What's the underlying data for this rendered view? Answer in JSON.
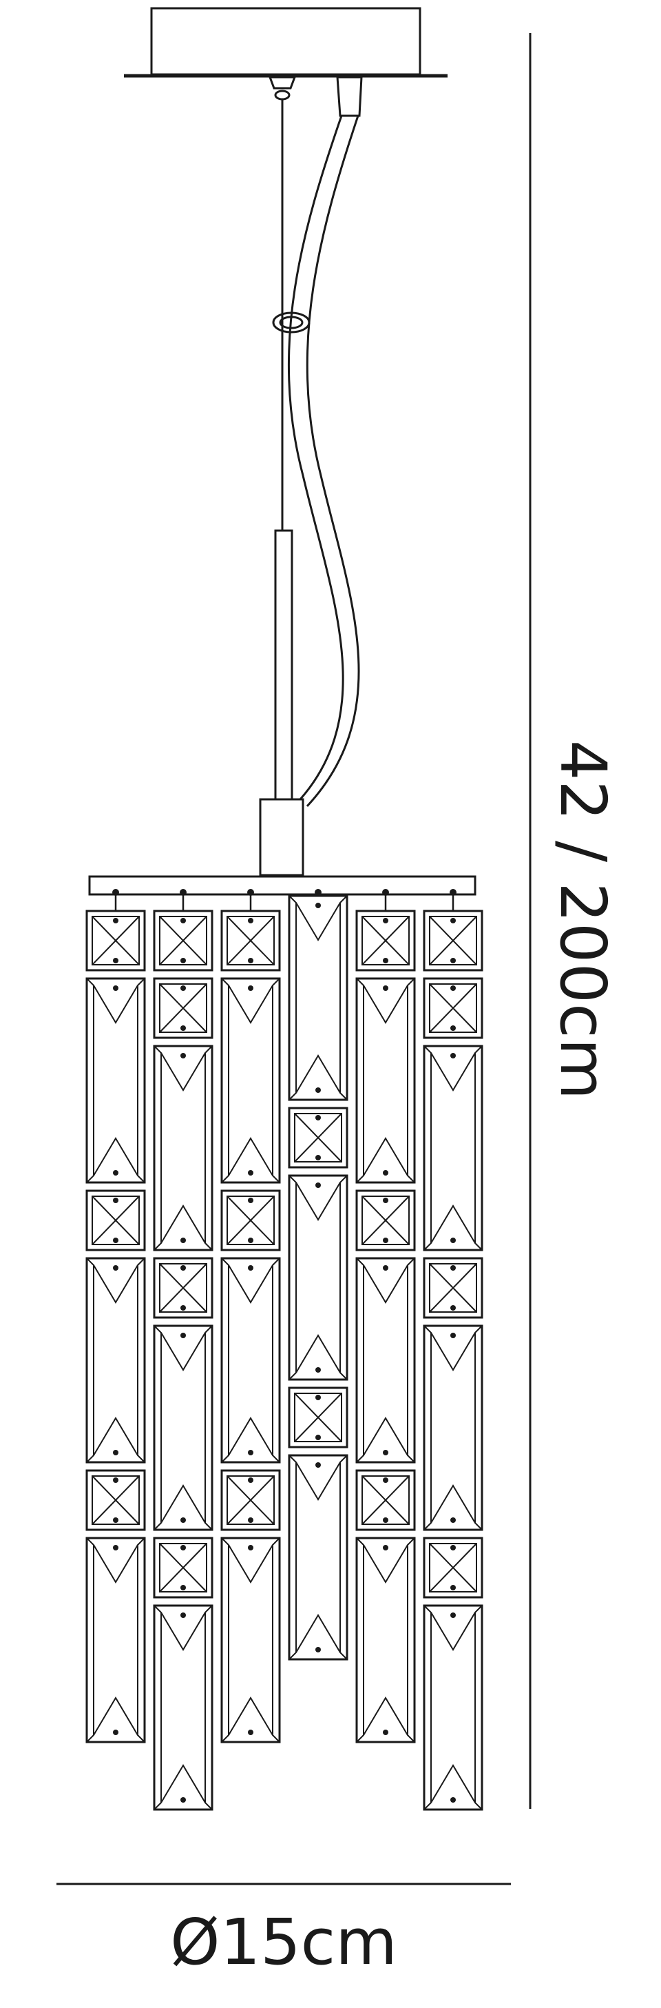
{
  "dimensions": {
    "height_label": "42 / 200cm",
    "diameter_label": "Ø15cm"
  },
  "fixture": {
    "columns": [
      {
        "pieces": [
          "s",
          "l",
          "s",
          "l",
          "s",
          "l"
        ]
      },
      {
        "pieces": [
          "s",
          "s",
          "l",
          "s",
          "l",
          "s",
          "l"
        ]
      },
      {
        "pieces": [
          "s",
          "l",
          "s",
          "l",
          "s",
          "l"
        ]
      },
      {
        "pieces": [
          "l",
          "s",
          "l",
          "s",
          "l"
        ]
      },
      {
        "pieces": [
          "s",
          "l",
          "s",
          "l",
          "s",
          "l"
        ]
      },
      {
        "pieces": [
          "s",
          "s",
          "l",
          "s",
          "l",
          "s",
          "l"
        ]
      }
    ]
  },
  "colors": {
    "line": "#1a1a1a",
    "background": "#ffffff"
  }
}
